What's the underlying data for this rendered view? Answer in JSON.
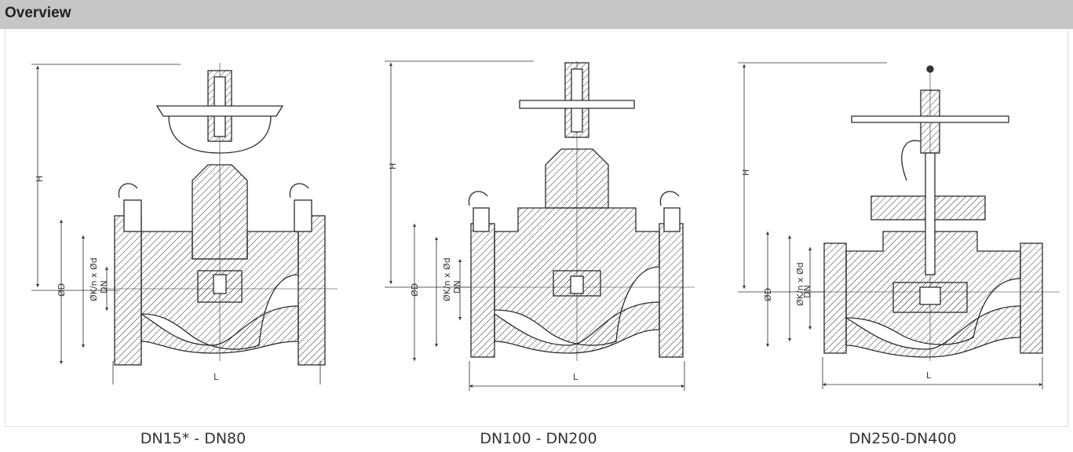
{
  "header": {
    "title": "Overview"
  },
  "dimension_labels": {
    "h": "H",
    "od": "ØD",
    "ok": "ØK/n x Ød",
    "dn": "DN",
    "l": "L"
  },
  "captions": [
    "DN15* - DN80",
    "DN100 - DN200",
    "DN250-DN400"
  ],
  "colors": {
    "header_bg": "#c6c6c6",
    "line": "#2b2b2b"
  }
}
